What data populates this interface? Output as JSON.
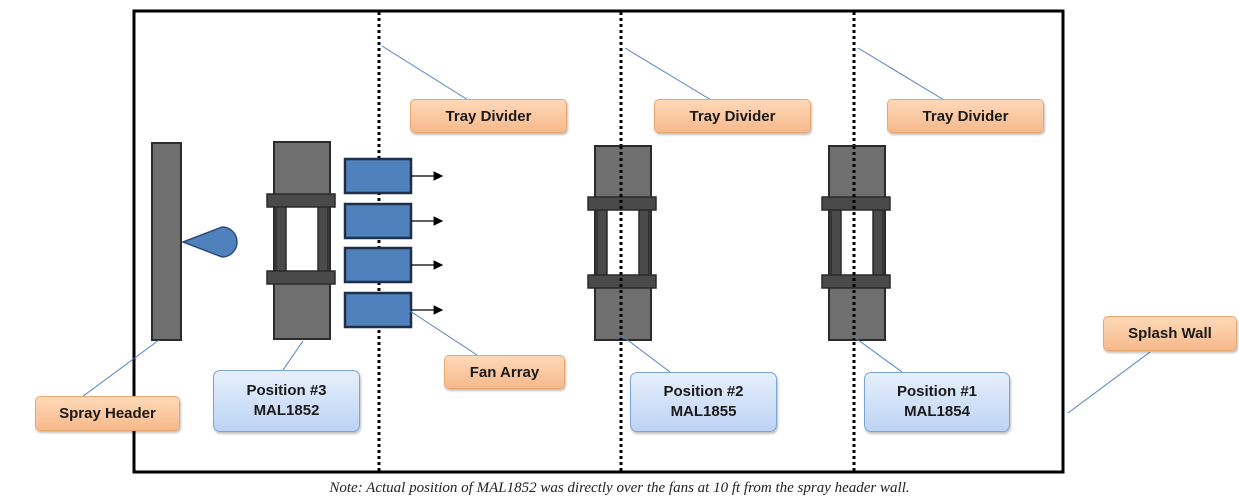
{
  "labels": {
    "tray_divider_1": "Tray Divider",
    "tray_divider_2": "Tray Divider",
    "tray_divider_3": "Tray Divider",
    "spray_header": "Spray Header",
    "fan_array": "Fan Array",
    "splash_wall": "Splash Wall"
  },
  "positions": [
    {
      "name": "Position #3",
      "id": "MAL1852"
    },
    {
      "name": "Position #2",
      "id": "MAL1855"
    },
    {
      "name": "Position #1",
      "id": "MAL1854"
    }
  ],
  "note": "Note:  Actual position of MAL1852 was directly over the fans at 10 ft from the spray header wall.",
  "colors": {
    "callout_fill": "#f9c49a",
    "position_fill": "#cfe0f8",
    "sample_gray": "#6f6f6f",
    "fan_blue": "#4f81bd",
    "leader_line": "#4f81bd"
  }
}
